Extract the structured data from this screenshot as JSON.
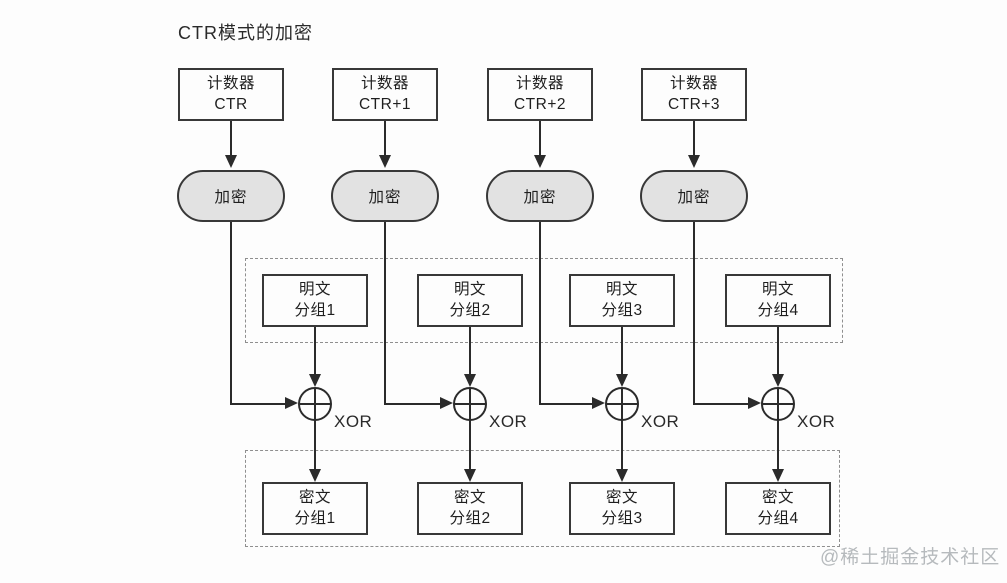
{
  "title": "CTR模式的加密",
  "watermark": "@稀土掘金技术社区",
  "colors": {
    "background": "#fdfdfd",
    "line": "#2b2b2b",
    "box_border": "#383838",
    "encrypt_pill_fill": "#e2e2e2",
    "dashed_region_border": "#8f8f8f",
    "watermark_text": "#b6babd"
  },
  "columns": [
    {
      "counter_line1": "计数器",
      "counter_line2": "CTR",
      "encrypt_label": "加密",
      "plaintext_line1": "明文",
      "plaintext_line2": "分组1",
      "xor_label": "XOR",
      "ciphertext_line1": "密文",
      "ciphertext_line2": "分组1"
    },
    {
      "counter_line1": "计数器",
      "counter_line2": "CTR+1",
      "encrypt_label": "加密",
      "plaintext_line1": "明文",
      "plaintext_line2": "分组2",
      "xor_label": "XOR",
      "ciphertext_line1": "密文",
      "ciphertext_line2": "分组2"
    },
    {
      "counter_line1": "计数器",
      "counter_line2": "CTR+2",
      "encrypt_label": "加密",
      "plaintext_line1": "明文",
      "plaintext_line2": "分组3",
      "xor_label": "XOR",
      "ciphertext_line1": "密文",
      "ciphertext_line2": "分组3"
    },
    {
      "counter_line1": "计数器",
      "counter_line2": "CTR+3",
      "encrypt_label": "加密",
      "plaintext_line1": "明文",
      "plaintext_line2": "分组4",
      "xor_label": "XOR",
      "ciphertext_line1": "密文",
      "ciphertext_line2": "分组4"
    }
  ]
}
